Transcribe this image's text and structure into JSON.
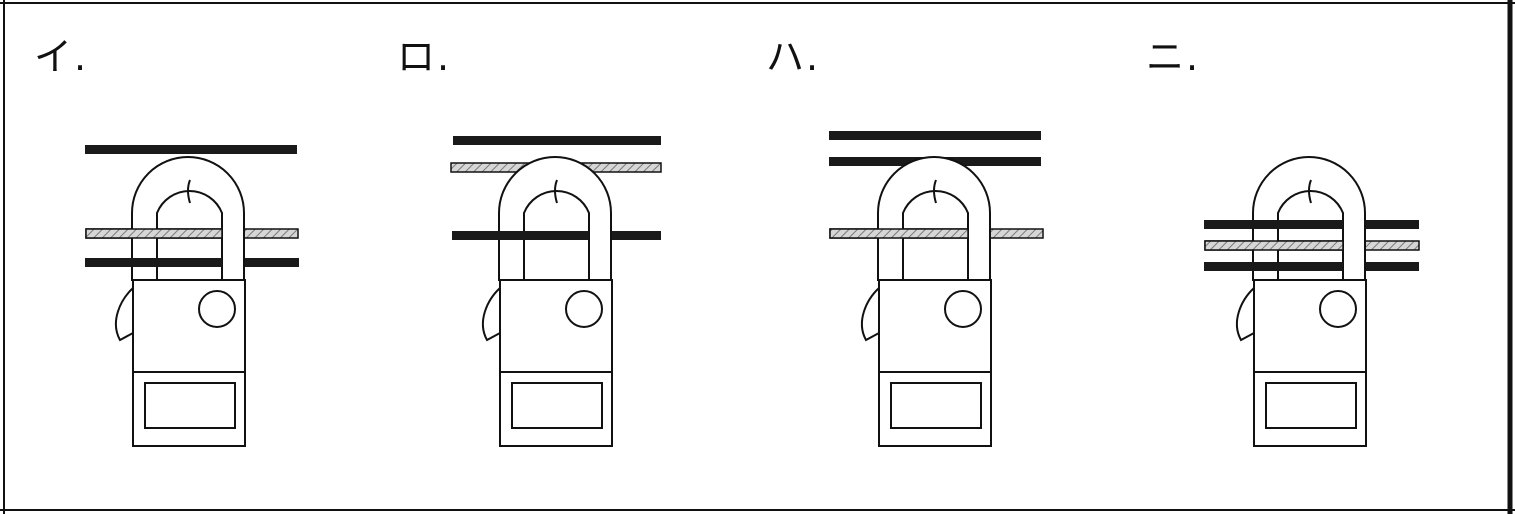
{
  "options": [
    {
      "id": "i",
      "label": "イ."
    },
    {
      "id": "ro",
      "label": "ロ."
    },
    {
      "id": "ha",
      "label": "ハ."
    },
    {
      "id": "ni",
      "label": "ニ."
    }
  ],
  "colors": {
    "line": "#111111",
    "conductor": "#1a1a1a",
    "hatch": "#a8a8a8",
    "background": "#ffffff"
  }
}
